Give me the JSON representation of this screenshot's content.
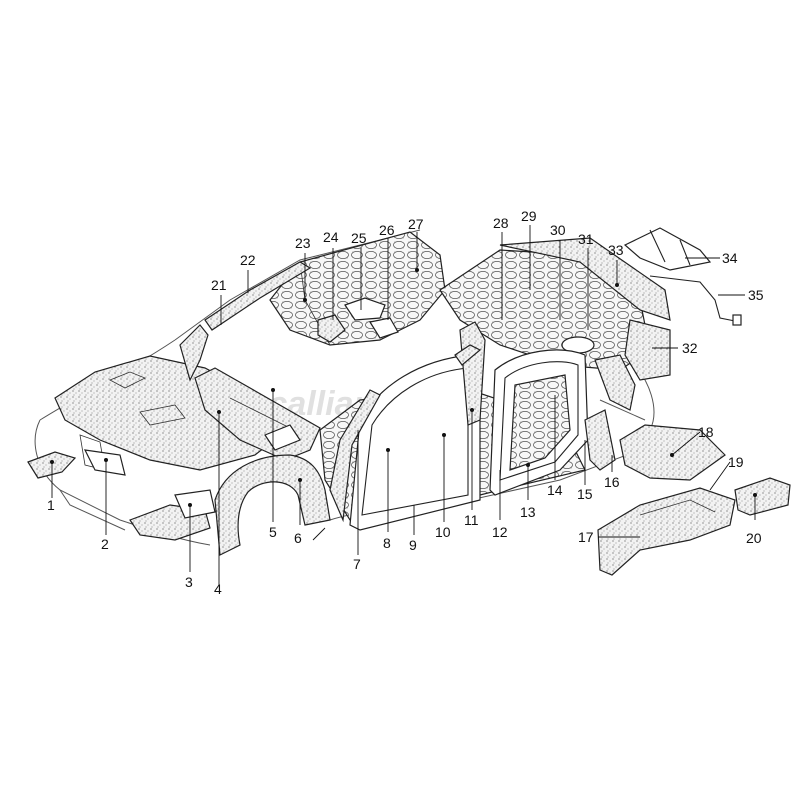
{
  "watermark": "Tecalliance",
  "callouts": [
    {
      "label": "1"
    },
    {
      "label": "2"
    },
    {
      "label": "3"
    },
    {
      "label": "4"
    },
    {
      "label": "5"
    },
    {
      "label": "6"
    },
    {
      "label": "7"
    },
    {
      "label": "8"
    },
    {
      "label": "9"
    },
    {
      "label": "10"
    },
    {
      "label": "11"
    },
    {
      "label": "12"
    },
    {
      "label": "13"
    },
    {
      "label": "14"
    },
    {
      "label": "15"
    },
    {
      "label": "16"
    },
    {
      "label": "17"
    },
    {
      "label": "18"
    },
    {
      "label": "19"
    },
    {
      "label": "20"
    },
    {
      "label": "21"
    },
    {
      "label": "22"
    },
    {
      "label": "23"
    },
    {
      "label": "24"
    },
    {
      "label": "25"
    },
    {
      "label": "26"
    },
    {
      "label": "27"
    },
    {
      "label": "28"
    },
    {
      "label": "29"
    },
    {
      "label": "30"
    },
    {
      "label": "31"
    },
    {
      "label": "32"
    },
    {
      "label": "33"
    },
    {
      "label": "34"
    },
    {
      "label": "35"
    }
  ]
}
